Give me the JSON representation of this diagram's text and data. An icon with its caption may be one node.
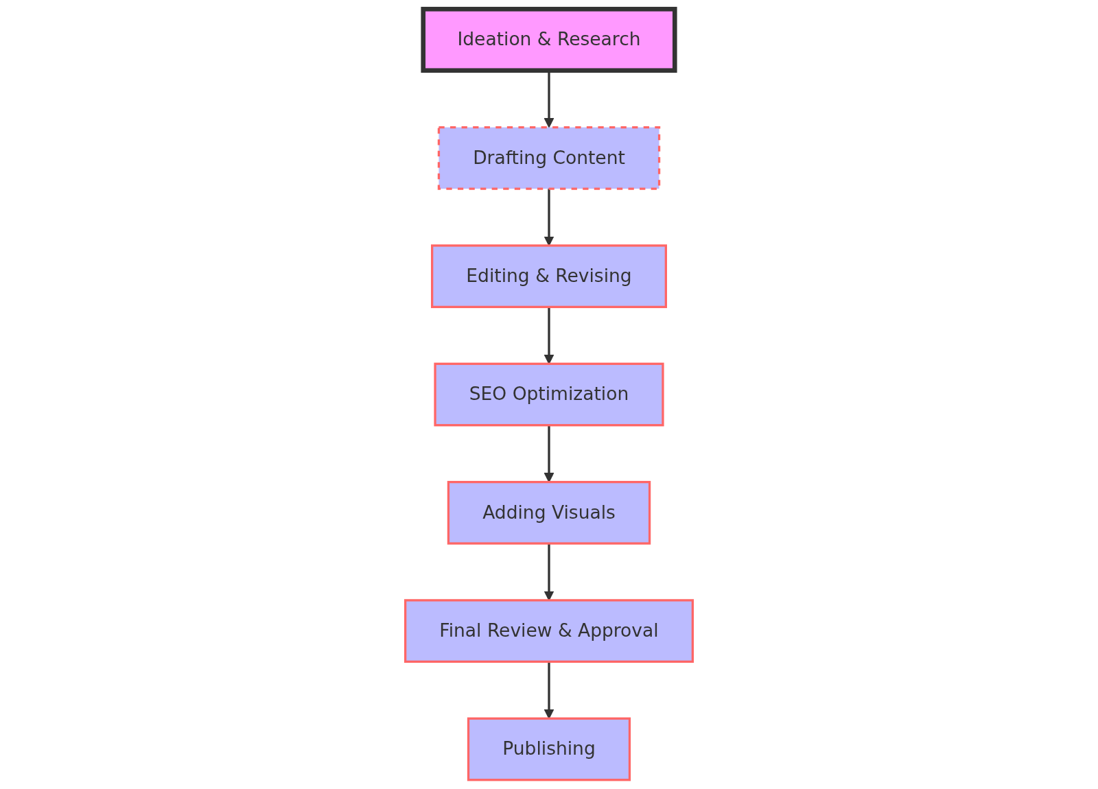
{
  "diagram": {
    "nodes": [
      {
        "text": [
          "Ideation & Research"
        ]
      },
      {
        "text": [
          "Drafting Content"
        ]
      },
      {
        "text": [
          "Editing & Revising"
        ]
      },
      {
        "text": [
          "SEO Optimization"
        ]
      },
      {
        "text": [
          "Adding Visuals"
        ]
      },
      {
        "text": [
          "Final Review & Approval"
        ]
      },
      {
        "text": [
          "Publishing"
        ]
      }
    ],
    "edges": [
      {
        "from": 0,
        "to": 1,
        "arrow": "to"
      },
      {
        "from": 1,
        "to": 2,
        "arrow": "to"
      },
      {
        "from": 2,
        "to": 3,
        "arrow": "to"
      },
      {
        "from": 3,
        "to": 4,
        "arrow": "to"
      },
      {
        "from": 4,
        "to": 5,
        "arrow": "to"
      },
      {
        "from": 5,
        "to": 6,
        "arrow": "to"
      }
    ]
  }
}
